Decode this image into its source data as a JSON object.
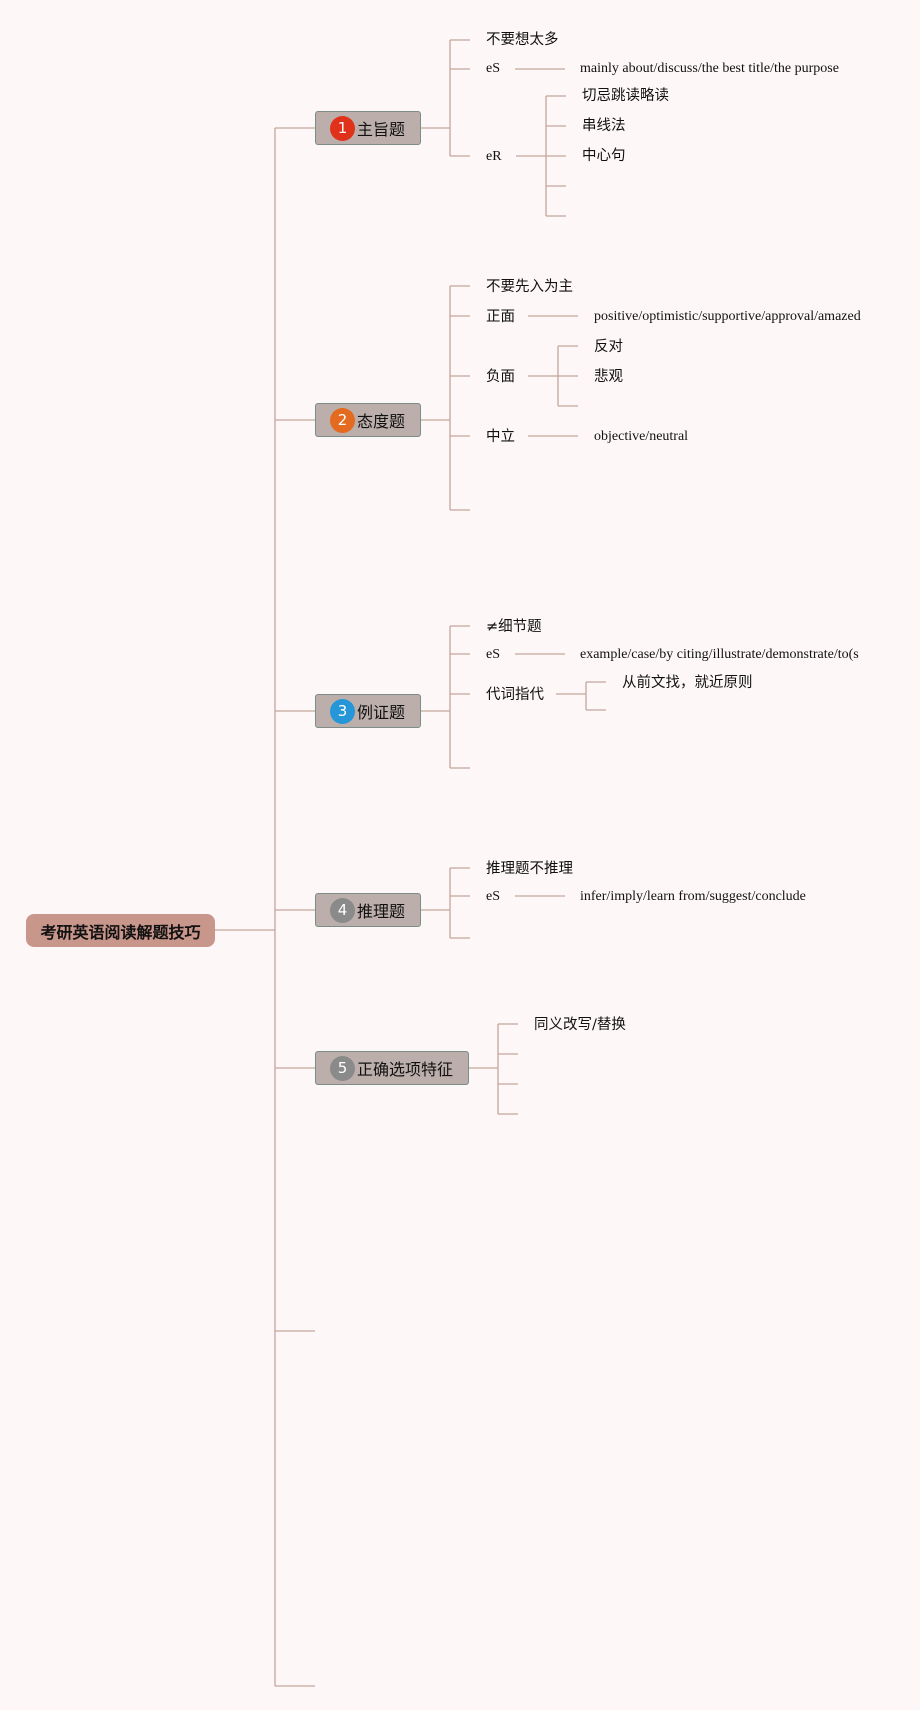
{
  "root": {
    "label": "考研英语阅读解题技巧"
  },
  "topics": [
    {
      "number": "1",
      "badge_color": "#e0321b",
      "label": "主旨题",
      "children": [
        {
          "label": "不要想太多"
        },
        {
          "label": "eS",
          "detail": "mainly about/discuss/the best title/the purpose"
        },
        {
          "label": "eR",
          "children": [
            "切忌跳读略读",
            "串线法",
            "中心句"
          ]
        }
      ]
    },
    {
      "number": "2",
      "badge_color": "#e46a1f",
      "label": "态度题",
      "children": [
        {
          "label": "不要先入为主"
        },
        {
          "label": "正面",
          "detail": "positive/optimistic/supportive/approval/amazed"
        },
        {
          "label": "负面",
          "children": [
            "反对",
            "悲观"
          ]
        },
        {
          "label": "中立",
          "detail": "objective/neutral"
        }
      ]
    },
    {
      "number": "3",
      "badge_color": "#2596d7",
      "label": "例证题",
      "children": [
        {
          "label": "≠细节题"
        },
        {
          "label": "eS",
          "detail": "example/case/by citing/illustrate/demonstrate/to(s"
        },
        {
          "label": "代词指代",
          "children": [
            "从前文找，就近原则"
          ]
        }
      ]
    },
    {
      "number": "4",
      "badge_color": "#8a8a8a",
      "label": "推理题",
      "children": [
        {
          "label": "推理题不推理"
        },
        {
          "label": "eS",
          "detail": "infer/imply/learn from/suggest/conclude"
        }
      ]
    },
    {
      "number": "5",
      "badge_color": "#8a8a8a",
      "label": "正确选项特征",
      "children": [
        {
          "label": "同义改写/替换"
        }
      ]
    }
  ],
  "colors": {
    "background": "#fdf8f7",
    "root": "#c9968c",
    "topic": "#bcaeaa",
    "branch": "#c4a49d"
  }
}
